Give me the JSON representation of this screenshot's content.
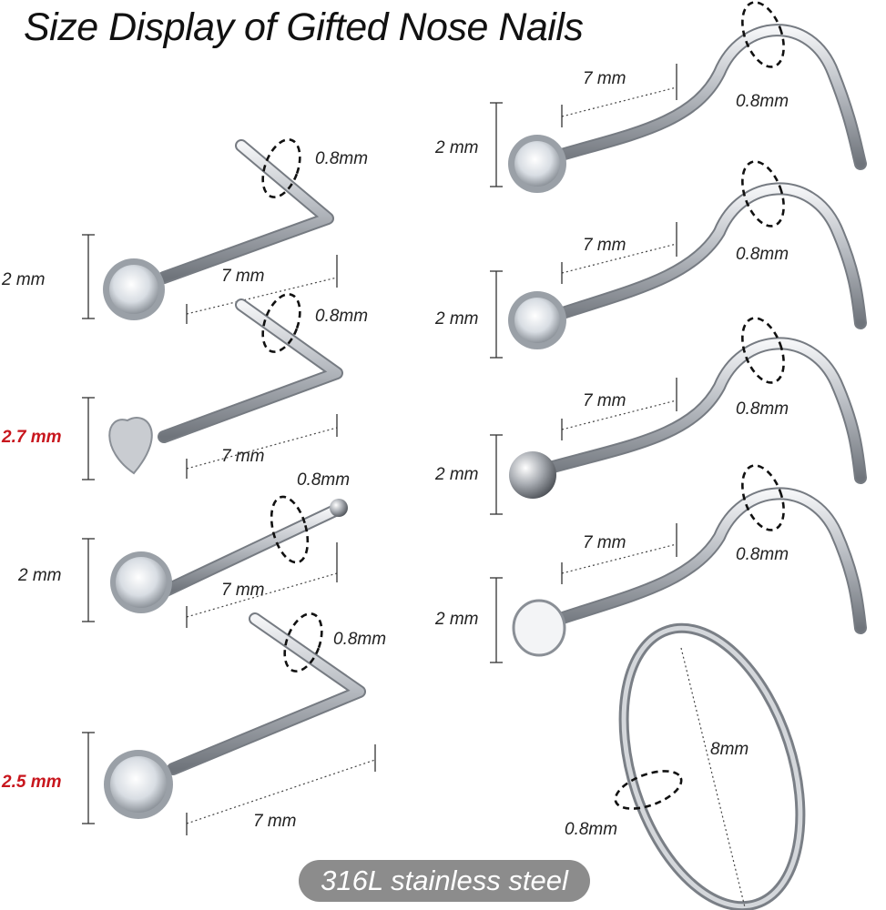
{
  "title": "Size Display of Gifted Nose Nails",
  "footer": "316L stainless steel",
  "colors": {
    "highlight": "#c8161d",
    "footer_bg": "#8c8c8c",
    "steel": "#b8bcc2"
  },
  "left_items": [
    {
      "head": "2 mm",
      "gauge": "0.8mm",
      "length": "7 mm",
      "head_highlight": false
    },
    {
      "head": "2.7 mm",
      "gauge": "0.8mm",
      "length": "7 mm",
      "head_highlight": true
    },
    {
      "head": "2 mm",
      "gauge": "0.8mm",
      "length": "7 mm",
      "head_highlight": false
    },
    {
      "head": "2.5 mm",
      "gauge": "0.8mm",
      "length": "7 mm",
      "head_highlight": true
    }
  ],
  "right_items": [
    {
      "head": "2 mm",
      "gauge": "0.8mm",
      "length": "7 mm"
    },
    {
      "head": "2 mm",
      "gauge": "0.8mm",
      "length": "7 mm"
    },
    {
      "head": "2 mm",
      "gauge": "0.8mm",
      "length": "7 mm"
    },
    {
      "head": "2 mm",
      "gauge": "0.8mm",
      "length": "7 mm"
    }
  ],
  "ring": {
    "diameter": "8mm",
    "gauge": "0.8mm"
  }
}
